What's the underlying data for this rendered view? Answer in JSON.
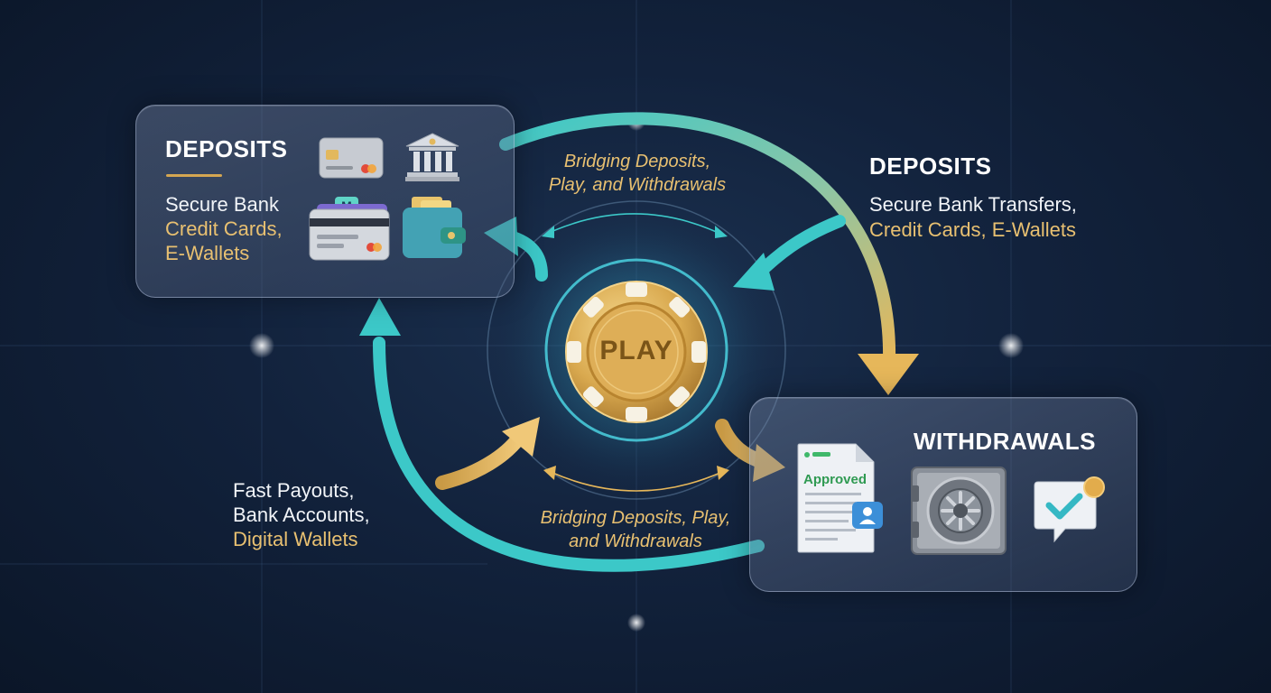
{
  "deposits_panel": {
    "heading": "DEPOSITS",
    "line1": "Secure Bank",
    "line2": "Credit Cards,",
    "line3": "E-Wallets",
    "icons": [
      "credit-card-icon",
      "bank-icon",
      "stacked-cards-icon",
      "wallet-icon"
    ],
    "badge_letter": "M"
  },
  "deposits_right": {
    "heading": "DEPOSITS",
    "line1": "Secure Bank Transfers,",
    "line2": "Credit Cards, E-Wallets"
  },
  "center": {
    "chip_label": "PLAY",
    "bridge_top_line1": "Bridging Deposits,",
    "bridge_top_line2": "Play, and Withdrawals",
    "bridge_bottom_line1": "Bridging Deposits, Play,",
    "bridge_bottom_line2": "and Withdrawals"
  },
  "withdrawals_panel": {
    "heading": "WITHDRAWALS",
    "approved_label": "Approved",
    "icons": [
      "approved-document-icon",
      "vault-icon",
      "checkmark-message-icon"
    ]
  },
  "payouts": {
    "line1": "Fast Payouts,",
    "line2": "Bank Accounts,",
    "line3": "Digital Wallets"
  },
  "colors": {
    "teal": "#3cc8c8",
    "gold": "#e6b75a",
    "background": "#12223c"
  }
}
